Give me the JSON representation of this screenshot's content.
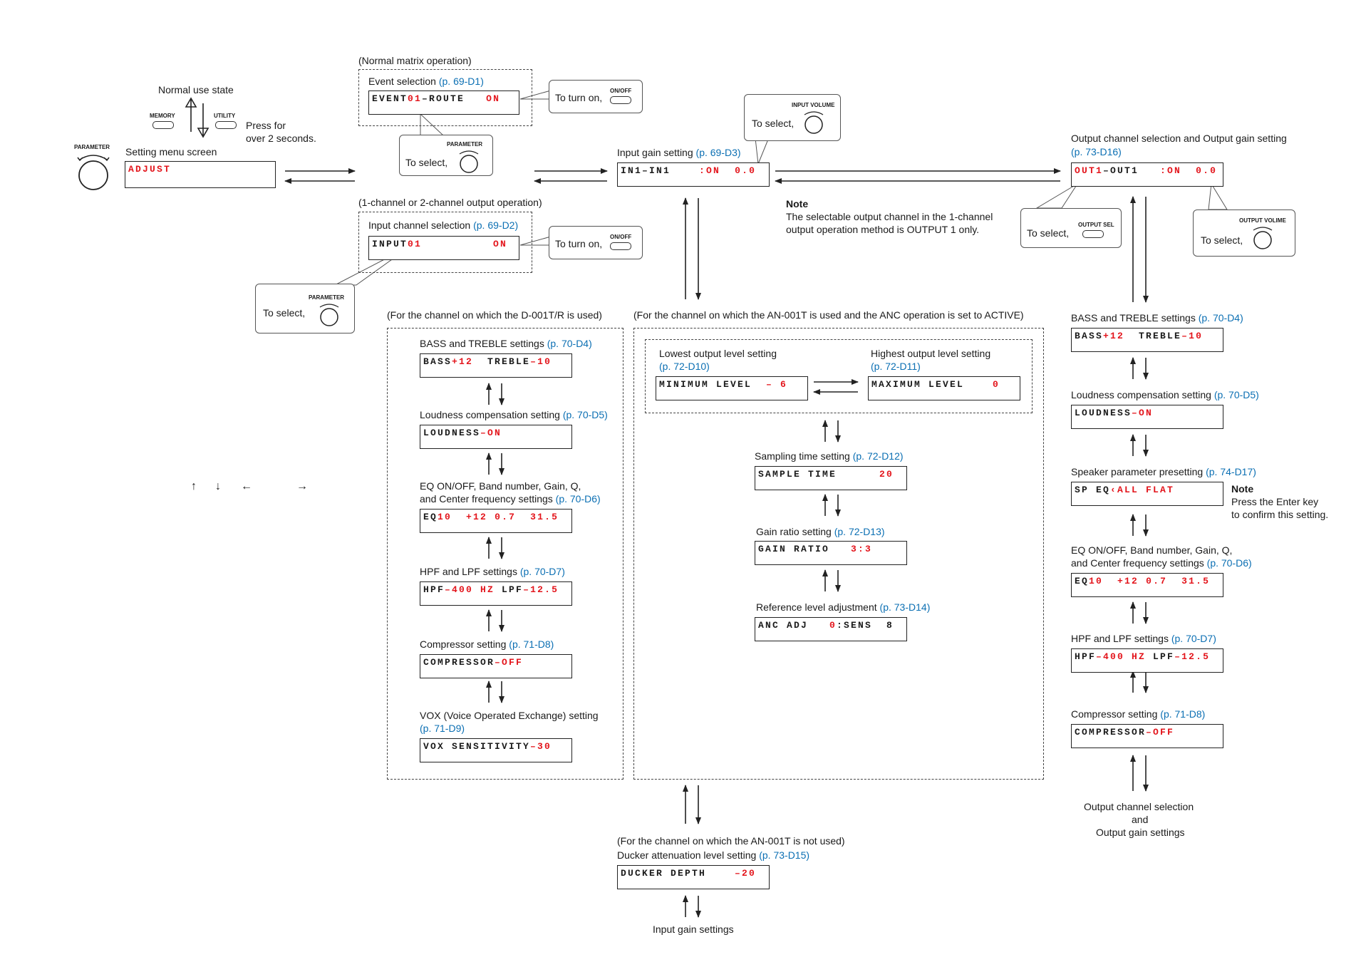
{
  "top": {
    "normal_use_state": "Normal use state",
    "memory_key": "MEMORY",
    "utility_key": "UTILITY",
    "press_line1": "Press for",
    "press_line2": "over 2 seconds.",
    "parameter_knob": "PARAMETER",
    "setting_menu_title": "Setting menu screen",
    "setting_menu_lcd": "ADJUST"
  },
  "matrix": {
    "group_title": "(Normal matrix operation)",
    "event_title": "Event selection",
    "event_ref": "(p. 69-D1)",
    "lcd_black1": "EVENT",
    "lcd_red1": "01",
    "lcd_black2": "–ROUTE",
    "lcd_red2": "ON",
    "turn_on_text": "To turn on,",
    "onoff_key": "ON/OFF",
    "select_text": "To select,",
    "select_knob": "PARAMETER"
  },
  "channel": {
    "group_title": "(1-channel or 2-channel output operation)",
    "input_title": "Input channel selection",
    "input_ref": "(p. 69-D2)",
    "lcd_black1": "INPUT",
    "lcd_red1": "01",
    "lcd_red2": "ON",
    "turn_on_text": "To turn on,",
    "onoff_key": "ON/OFF",
    "select_text": "To select,",
    "select_knob": "PARAMETER"
  },
  "input_gain": {
    "title": "Input gain setting",
    "ref": "(p. 69-D3)",
    "lcd_black": "IN1–IN1",
    "lcd_red1": ":ON",
    "lcd_red2": "0.0",
    "select_text": "To select,",
    "select_knob": "INPUT VOLUME"
  },
  "note1": {
    "heading": "Note",
    "line1": "The selectable output channel in the 1-channel",
    "line2": "output operation method is OUTPUT 1 only."
  },
  "output": {
    "title": "Output channel selection and Output gain setting",
    "ref": "(p. 73-D16)",
    "lcd_red1": "OUT1",
    "lcd_black": "–OUT1",
    "lcd_red2": ":ON",
    "lcd_red3": "0.0",
    "sel_text": "To select,",
    "sel_key": "OUTPUT SEL",
    "vol_text": "To select,",
    "vol_knob": "OUTPUT VOLIME"
  },
  "d001": {
    "group_title": "(For the channel on which the D-001T/R is used)",
    "items": [
      {
        "title": "BASS and TREBLE settings",
        "ref": "(p. 70-D4)"
      },
      {
        "title": "Loudness compensation setting",
        "ref": "(p. 70-D5)"
      },
      {
        "title": "EQ ON/OFF, Band number, Gain, Q,",
        "title2": "and Center frequency settings",
        "ref": "(p. 70-D6)"
      },
      {
        "title": "HPF and LPF settings",
        "ref": "(p. 70-D7)"
      },
      {
        "title": "Compressor setting",
        "ref": "(p. 71-D8)"
      },
      {
        "title": "VOX (Voice Operated Exchange) setting",
        "ref": "(p. 71-D9)"
      }
    ]
  },
  "lcd_texts": {
    "bass_b": "BASS",
    "bass_r": "+12",
    "treble_b": "TREBLE",
    "treble_r": "–10",
    "loud_b": "LOUDNESS",
    "loud_r": "–ON",
    "eq_b": "EQ",
    "eq_r1": "10",
    "eq_r2": "+12",
    "eq_r3": "0.7",
    "eq_r4": "31.5",
    "hpf_b": "HPF",
    "hpf_r": "–400 HZ",
    "lpf_b": "LPF",
    "lpf_r": "–12.5",
    "comp_b": "COMPRESSOR",
    "comp_r": "–OFF",
    "vox_b": "VOX SENSITIVITY",
    "vox_r": "–30",
    "sp_b": "SP EQ",
    "sp_r": "‹ALL FLAT"
  },
  "anc": {
    "group_title": "(For the channel on which the AN-001T is used and the ANC operation is set to ACTIVE)",
    "lowest_title": "Lowest output level setting",
    "lowest_ref": "(p. 72-D10)",
    "lowest_lcd_b": "MINIMUM LEVEL",
    "lowest_lcd_r": "– 6",
    "highest_title": "Highest output level setting",
    "highest_ref": "(p. 72-D11)",
    "highest_lcd_b": "MAXIMUM LEVEL",
    "highest_lcd_r": "0",
    "sampling_title": "Sampling time setting",
    "sampling_ref": "(p. 72-D12)",
    "sampling_lcd_b": "SAMPLE TIME",
    "sampling_lcd_r": "20",
    "gain_title": "Gain ratio setting",
    "gain_ref": "(p. 72-D13)",
    "gain_lcd_b": "GAIN RATIO",
    "gain_lcd_r": "3:3",
    "ref_title": "Reference level adjustment",
    "ref_ref": "(p. 73-D14)",
    "ref_lcd_b1": "ANC ADJ",
    "ref_lcd_r": "0",
    "ref_lcd_b2": ":SENS  8"
  },
  "ducker": {
    "group_title": "(For the channel on which the AN-001T is not used)",
    "title": "Ducker attenuation level setting",
    "ref": "(p. 73-D15)",
    "lcd_b": "DUCKER DEPTH",
    "lcd_r": "–20",
    "footer": "Input gain settings"
  },
  "right": {
    "bass_title": "BASS and TREBLE settings",
    "bass_ref": "(p. 70-D4)",
    "loud_title": "Loudness compensation setting",
    "loud_ref": "(p. 70-D5)",
    "sp_title": "Speaker parameter presetting",
    "sp_ref": "(p. 74-D17)",
    "sp_note_head": "Note",
    "sp_note1": "Press the Enter key",
    "sp_note2": "to confirm this setting.",
    "eq_title1": "EQ ON/OFF, Band number, Gain, Q,",
    "eq_title2": "and Center frequency settings",
    "eq_ref": "(p. 70-D6)",
    "hpf_title": "HPF and LPF settings",
    "hpf_ref": "(p. 70-D7)",
    "comp_title": "Compressor setting",
    "comp_ref": "(p. 71-D8)",
    "footer1": "Output channel selection",
    "footer2": "and",
    "footer3": "Output gain settings"
  },
  "legend": {
    "up": "↑",
    "down": "↓",
    "left": "←",
    "right": "→"
  }
}
